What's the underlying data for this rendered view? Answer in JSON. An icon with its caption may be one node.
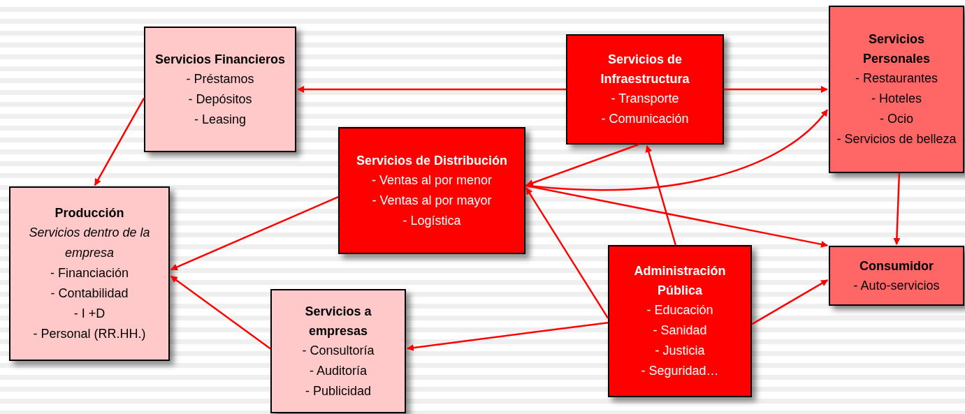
{
  "diagram": {
    "nodes": [
      {
        "text": [
          "Servicios Financieros",
          "- Préstamos",
          "- Depósitos",
          "- Leasing"
        ]
      },
      {
        "text": [
          "Servicios de Infraestructura",
          "- Transporte",
          "- Comunicación"
        ]
      },
      {
        "text": [
          "Servicios Personales",
          "- Restaurantes",
          "- Hoteles",
          "- Ocio",
          "- Servicios de belleza"
        ]
      },
      {
        "text": [
          "Servicios de Distribución",
          "- Ventas al por menor",
          "- Ventas al por mayor",
          "- Logística"
        ]
      },
      {
        "text": [
          "Producción",
          "*Servicios dentro de la empresa*",
          "- Financiación",
          "- Contabilidad",
          "- I +D",
          "- Personal (RR.HH.)"
        ]
      },
      {
        "text": [
          "Consumidor",
          "- Auto-servicios"
        ]
      },
      {
        "text": [
          "Administración Pública",
          "- Educación",
          "- Sanidad",
          "- Justicia",
          "- Seguridad…"
        ]
      },
      {
        "text": [
          "Servicios a empresas",
          "- Consultoría",
          "- Auditoría",
          "- Publicidad"
        ]
      }
    ],
    "edges": [
      {
        "from": 1,
        "to": 0,
        "arrow": "to"
      },
      {
        "from": 1,
        "to": 2,
        "arrow": "to"
      },
      {
        "from": 0,
        "to": 4,
        "arrow": "to"
      },
      {
        "from": 1,
        "to": 3,
        "arrow": "to"
      },
      {
        "from": 3,
        "to": 2,
        "arrow": "to"
      },
      {
        "from": 3,
        "to": 5,
        "arrow": "to"
      },
      {
        "from": 3,
        "to": 4,
        "arrow": "to"
      },
      {
        "from": 6,
        "to": 3,
        "arrow": "to"
      },
      {
        "from": 6,
        "to": 1,
        "arrow": "to"
      },
      {
        "from": 6,
        "to": 7,
        "arrow": "to"
      },
      {
        "from": 6,
        "to": 5,
        "arrow": "to"
      },
      {
        "from": 7,
        "to": 4,
        "arrow": "to"
      },
      {
        "from": 2,
        "to": 5,
        "arrow": "to"
      }
    ]
  }
}
